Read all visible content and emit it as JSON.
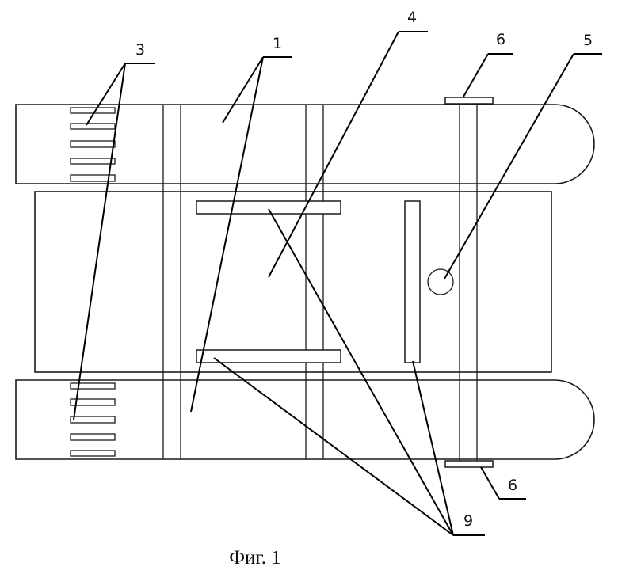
{
  "figure": {
    "caption": "Фиг. 1",
    "labels": {
      "l1": "1",
      "l3": "3",
      "l4": "4",
      "l5": "5",
      "l6_top": "6",
      "l6_bottom": "6",
      "l9": "9"
    }
  },
  "colors": {
    "line": "#1a1a1a",
    "background": "#ffffff"
  }
}
